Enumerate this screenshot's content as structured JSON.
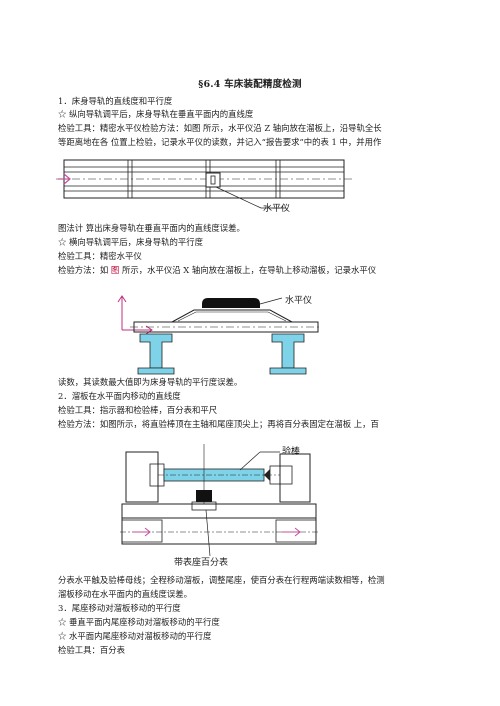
{
  "title": "§6.4 车床装配精度检测",
  "sections": {
    "s1_heading": "1．床身导轨的直线度和平行度",
    "s1_item1": "☆  纵向导轨调平后，床身导轨在垂直平面内的直线度",
    "s1_tool_line1": "检验工具：精密水平仪检验方法：如图  所示，水平仪沿  Z  轴向放在溜板上，沿导轨全长",
    "s1_tool_line2": "等距离地在各  位置上检验，记录水平仪的读数，并记入“报告要求”中的表  1  中，并用作",
    "s1_after_fig1": "图法计  算出床身导轨在垂直平面内的直线度误差。",
    "s1_item2": "☆  横向导轨调平后，床身导轨的平行度",
    "s1_item2_tool": "检验工具：精密水平仪",
    "s1_item2_method_a": "检验方法：如  ",
    "s1_item2_method_fig": "图",
    "s1_item2_method_b": "  所示，水平仪沿  X  轴向放在溜板上，在导轨上移动溜板，记录水平仪",
    "s1_after_fig2": "读数，其读数最大值即为床身导轨的平行度误差。",
    "s2_heading": "2．溜板在水平面内移动的直线度",
    "s2_tool": "检验工具：指示器和检验棒，百分表和平尺",
    "s2_method": "检验方法：如图所示，将直验棒顶在主轴和尾座顶尖上；再将百分表固定在溜板  上，百",
    "s2_after_fig_line1": "分表水平触及验棒母线；全程移动溜板，调整尾座，使百分表在行程两端读数相等，检测",
    "s2_after_fig_line2": "溜板移动在水平面内的直线度误差。",
    "s3_heading": "3．尾座移动对溜板移动的平行度",
    "s3_item1": "☆  垂直平面内尾座移动对溜板移动的平行度",
    "s3_item2": "☆  水平面内尾座移动对溜板移动的平行度",
    "s3_tool": "检验工具：百分表"
  },
  "figures": {
    "fig1_label": "水平仪",
    "fig2_label": "水平仪",
    "fig3_label_top": "验棒",
    "fig3_label_bottom": "带表座百分表"
  },
  "colors": {
    "arrow": "#c0509a",
    "axis": "#c03080",
    "accent": "#c00030"
  }
}
